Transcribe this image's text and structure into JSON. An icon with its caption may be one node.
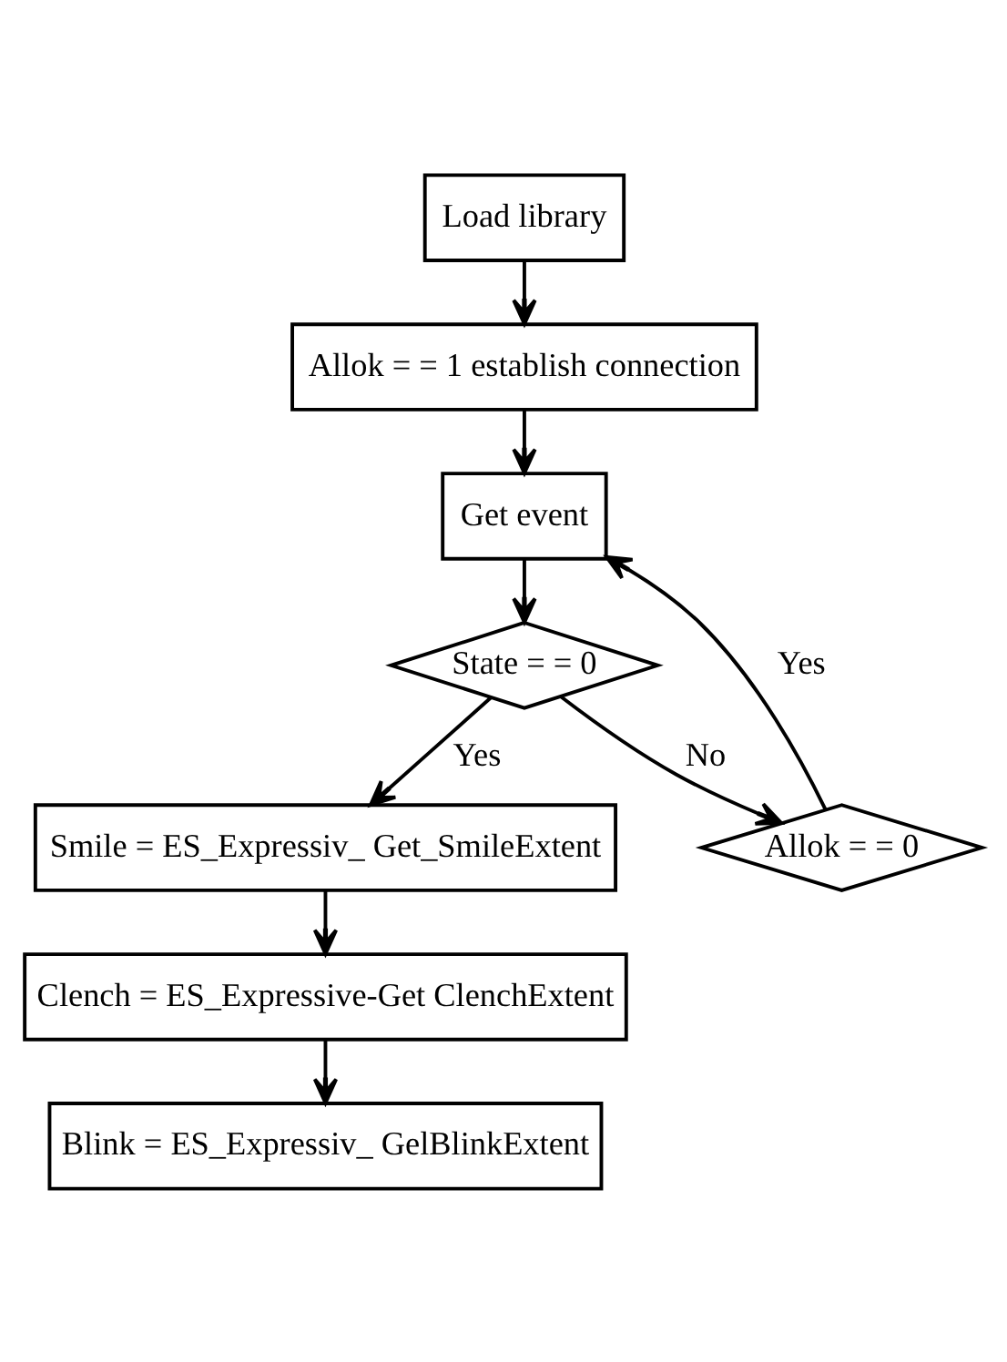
{
  "diagram": {
    "nodes": [
      {
        "text": [
          "Load library"
        ]
      },
      {
        "text": [
          "Allok = = 1 establish connection"
        ]
      },
      {
        "text": [
          "Get event"
        ]
      },
      {
        "text": [
          "State = = 0"
        ]
      },
      {
        "text": [
          "Smile = ES_Expressiv_ Get_SmileExtent"
        ]
      },
      {
        "text": [
          "Clench = ES_Expressive-Get ClenchExtent"
        ]
      },
      {
        "text": [
          "Blink = ES_Expressiv_ GelBlinkExtent"
        ]
      },
      {
        "text": [
          "Allok = = 0"
        ]
      }
    ],
    "edges": [
      {
        "from": 0,
        "to": 1,
        "arrow": "to"
      },
      {
        "from": 1,
        "to": 2,
        "arrow": "to"
      },
      {
        "from": 2,
        "to": 3,
        "arrow": "to"
      },
      {
        "from": 3,
        "to": 4,
        "arrow": "to",
        "label": "Yes"
      },
      {
        "from": 4,
        "to": 5,
        "arrow": "to"
      },
      {
        "from": 5,
        "to": 6,
        "arrow": "to"
      },
      {
        "from": 3,
        "to": 7,
        "arrow": "to",
        "label": "No"
      },
      {
        "from": 7,
        "to": 2,
        "arrow": "to",
        "label": "Yes"
      }
    ]
  }
}
